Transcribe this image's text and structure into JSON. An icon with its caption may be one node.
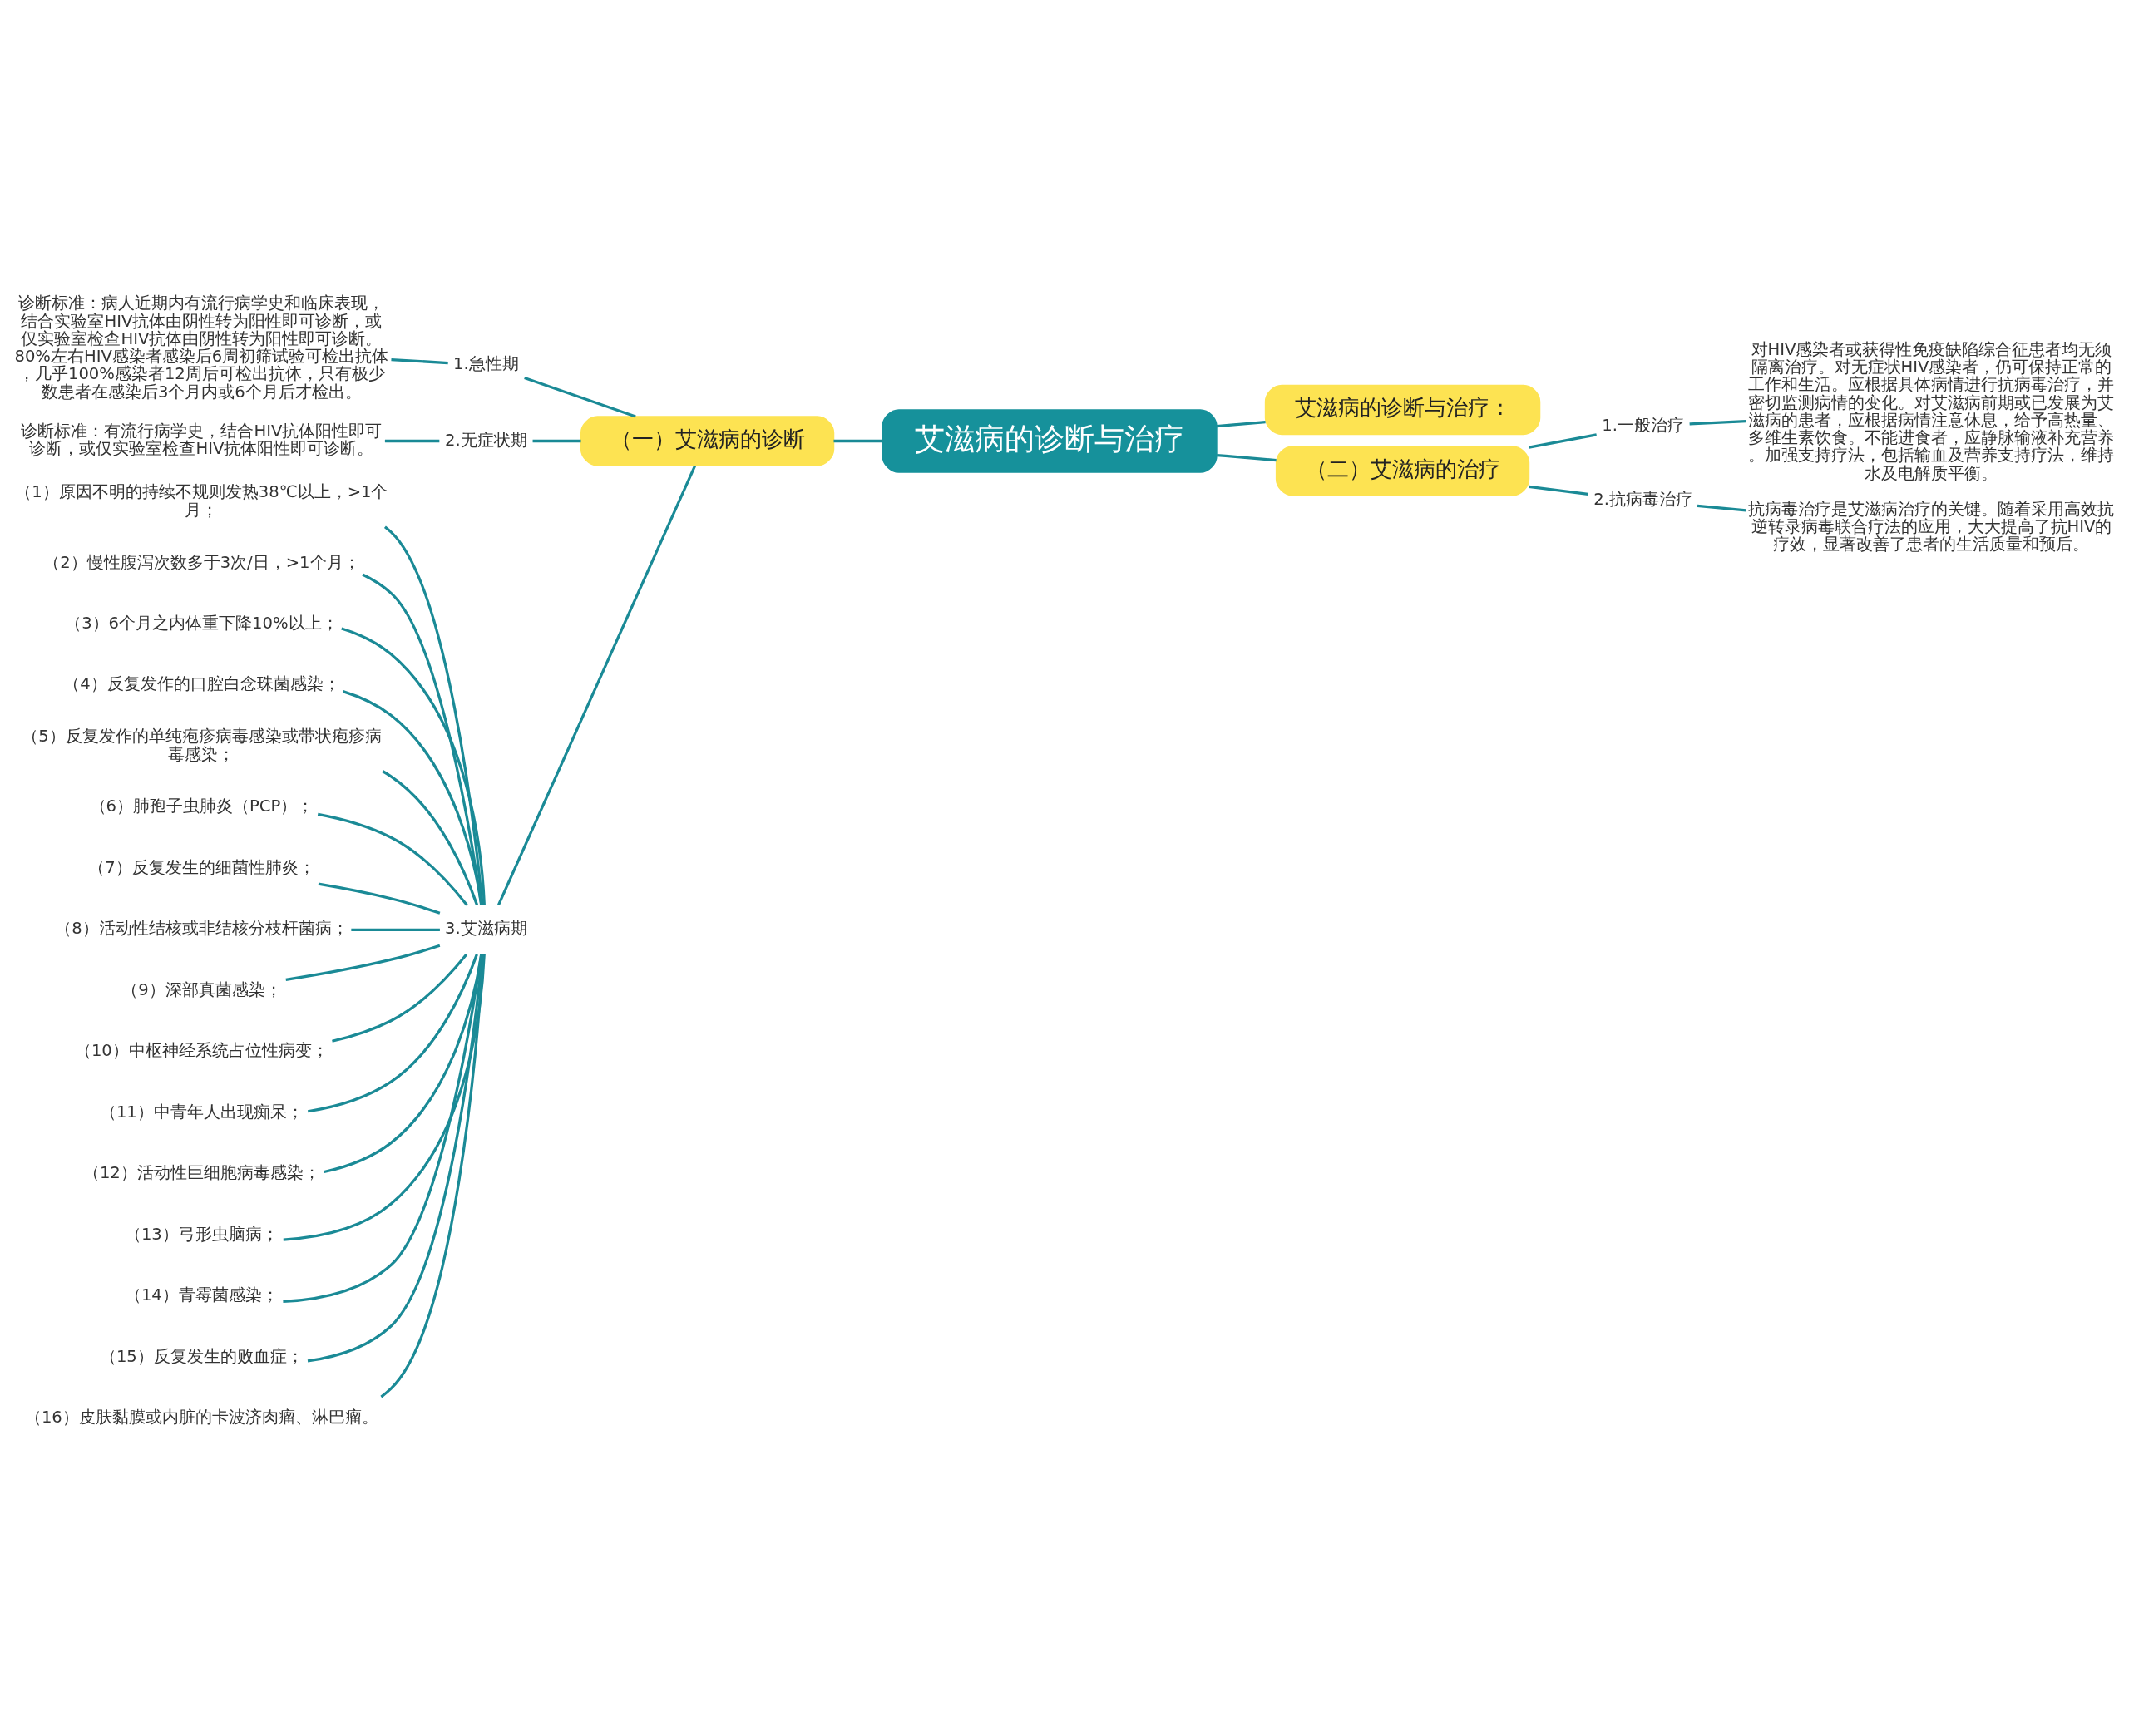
{
  "diagram": {
    "nodes": [
      {
        "text": [
          "艾滋病的诊断与治疗"
        ]
      },
      {
        "text": [
          "（一）艾滋病的诊断"
        ]
      },
      {
        "text": [
          "艾滋病的诊断与治疗："
        ]
      },
      {
        "text": [
          "（二）艾滋病的治疗"
        ]
      },
      {
        "text": [
          "1.急性期"
        ]
      },
      {
        "text": [
          "诊断标准：病人近期内有流行病学史和临床表现，结合实验室HIV抗体由阴性转为阳性即可诊断，或仅实验室检查HIV抗体由阴性转为阳性即可诊断。80%左右HIV感染者感染后6周初筛试验可检出抗体，几乎100%感染者12周后可检出抗体，只有极少数患者在感染后3个月内或6个月后才检出。"
        ]
      },
      {
        "text": [
          "2.无症状期"
        ]
      },
      {
        "text": [
          "诊断标准：有流行病学史，结合HIV抗体阳性即可诊断，或仅实验室检查HIV抗体阳性即可诊断。"
        ]
      },
      {
        "text": [
          "3.艾滋病期"
        ]
      },
      {
        "text": [
          "（1）原因不明的持续不规则发热38℃以上，>1个月；"
        ]
      },
      {
        "text": [
          "（2）慢性腹泻次数多于3次/日，>1个月；"
        ]
      },
      {
        "text": [
          "（3）6个月之内体重下降10%以上；"
        ]
      },
      {
        "text": [
          "（4）反复发作的口腔白念珠菌感染；"
        ]
      },
      {
        "text": [
          "（5）反复发作的单纯疱疹病毒感染或带状疱疹病毒感染；"
        ]
      },
      {
        "text": [
          "（6）肺孢子虫肺炎（PCP）；"
        ]
      },
      {
        "text": [
          "（7）反复发生的细菌性肺炎；"
        ]
      },
      {
        "text": [
          "（8）活动性结核或非结核分枝杆菌病；"
        ]
      },
      {
        "text": [
          "（9）深部真菌感染；"
        ]
      },
      {
        "text": [
          "（10）中枢神经系统占位性病变；"
        ]
      },
      {
        "text": [
          "（11）中青年人出现痴呆；"
        ]
      },
      {
        "text": [
          "（12）活动性巨细胞病毒感染；"
        ]
      },
      {
        "text": [
          "（13）弓形虫脑病；"
        ]
      },
      {
        "text": [
          "（14）青霉菌感染；"
        ]
      },
      {
        "text": [
          "（15）反复发生的败血症；"
        ]
      },
      {
        "text": [
          "（16）皮肤黏膜或内脏的卡波济肉瘤、淋巴瘤。"
        ]
      },
      {
        "text": [
          "1.一般治疗"
        ]
      },
      {
        "text": [
          "对HIV感染者或获得性免疫缺陷综合征患者均无须隔离治疗。对无症状HIV感染者，仍可保持正常的工作和生活。应根据具体病情进行抗病毒治疗，并密切监测病情的变化。对艾滋病前期或已发展为艾滋病的患者，应根据病情注意休息，给予高热量、多维生素饮食。不能进食者，应静脉输液补充营养。加强支持疗法，包括输血及营养支持疗法，维持水及电解质平衡。"
        ]
      },
      {
        "text": [
          "2.抗病毒治疗"
        ]
      },
      {
        "text": [
          "抗病毒治疗是艾滋病治疗的关键。随着采用高效抗逆转录病毒联合疗法的应用，大大提高了抗HIV的疗效，显著改善了患者的生活质量和预后。"
        ]
      }
    ],
    "edges": [
      {
        "from": 0,
        "to": 1,
        "arrow": "none"
      },
      {
        "from": 0,
        "to": 2,
        "arrow": "none"
      },
      {
        "from": 0,
        "to": 3,
        "arrow": "none"
      },
      {
        "from": 1,
        "to": 4,
        "arrow": "none"
      },
      {
        "from": 4,
        "to": 5,
        "arrow": "none"
      },
      {
        "from": 1,
        "to": 6,
        "arrow": "none"
      },
      {
        "from": 6,
        "to": 7,
        "arrow": "none"
      },
      {
        "from": 1,
        "to": 8,
        "arrow": "none"
      },
      {
        "from": 8,
        "to": 9,
        "arrow": "none"
      },
      {
        "from": 8,
        "to": 10,
        "arrow": "none"
      },
      {
        "from": 8,
        "to": 11,
        "arrow": "none"
      },
      {
        "from": 8,
        "to": 12,
        "arrow": "none"
      },
      {
        "from": 8,
        "to": 13,
        "arrow": "none"
      },
      {
        "from": 8,
        "to": 14,
        "arrow": "none"
      },
      {
        "from": 8,
        "to": 15,
        "arrow": "none"
      },
      {
        "from": 8,
        "to": 16,
        "arrow": "none"
      },
      {
        "from": 8,
        "to": 17,
        "arrow": "none"
      },
      {
        "from": 8,
        "to": 18,
        "arrow": "none"
      },
      {
        "from": 8,
        "to": 19,
        "arrow": "none"
      },
      {
        "from": 8,
        "to": 20,
        "arrow": "none"
      },
      {
        "from": 8,
        "to": 21,
        "arrow": "none"
      },
      {
        "from": 8,
        "to": 22,
        "arrow": "none"
      },
      {
        "from": 8,
        "to": 23,
        "arrow": "none"
      },
      {
        "from": 8,
        "to": 24,
        "arrow": "none"
      },
      {
        "from": 3,
        "to": 25,
        "arrow": "none"
      },
      {
        "from": 25,
        "to": 26,
        "arrow": "none"
      },
      {
        "from": 3,
        "to": 27,
        "arrow": "none"
      },
      {
        "from": 27,
        "to": 28,
        "arrow": "none"
      }
    ]
  }
}
